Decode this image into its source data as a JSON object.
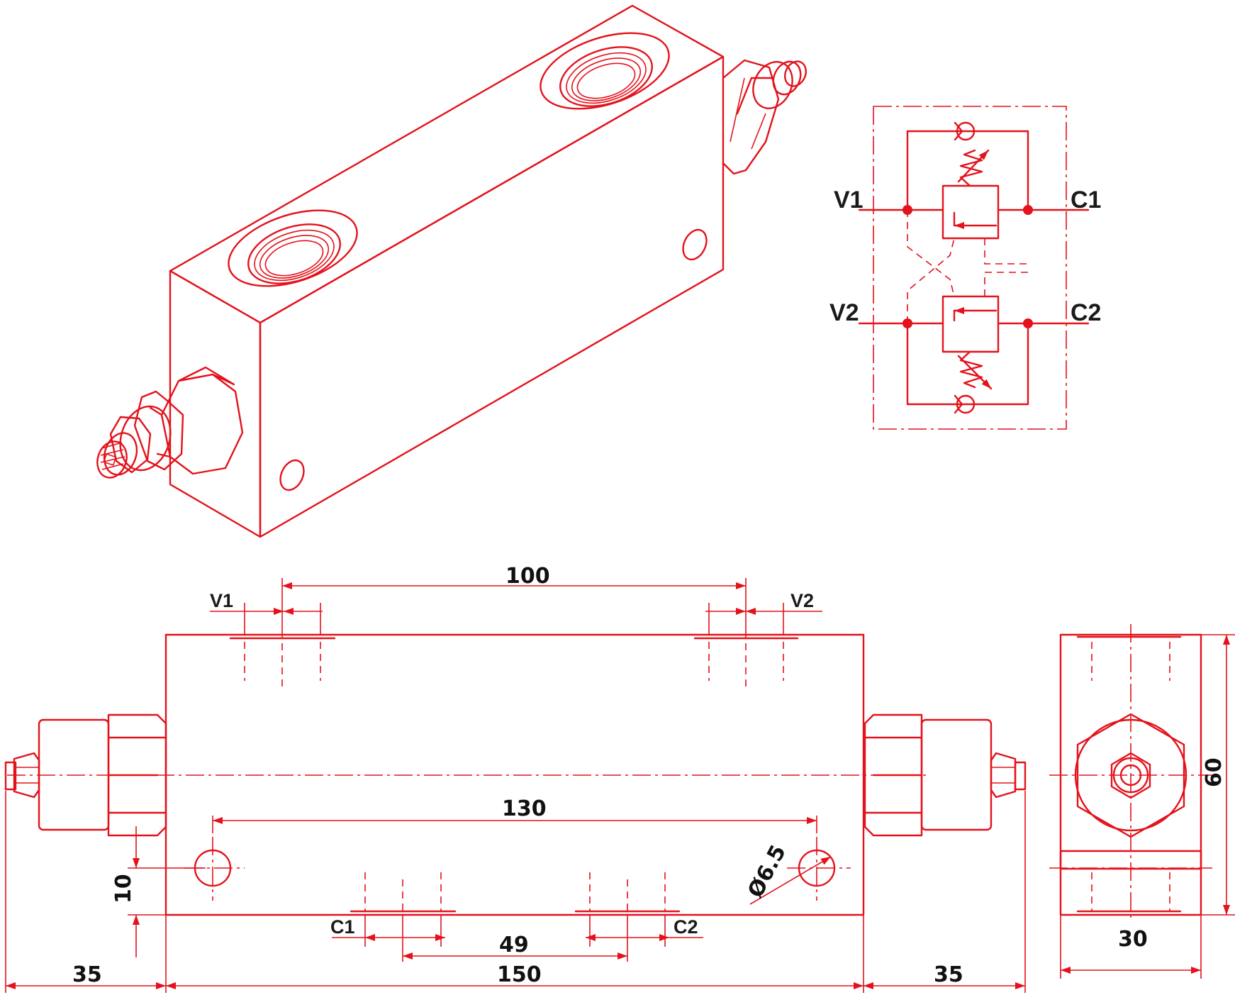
{
  "colors": {
    "line": "#e3121b",
    "text": "#1a1a1a",
    "background": "#ffffff"
  },
  "schematic": {
    "ports": {
      "v1": "V1",
      "v2": "V2",
      "c1": "C1",
      "c2": "C2"
    }
  },
  "front_view": {
    "port_labels": {
      "v1": "V1",
      "v2": "V2",
      "c1": "C1",
      "c2": "C2"
    },
    "dimensions": {
      "v_port_spacing": "100",
      "mount_hole_spacing": "130",
      "c_port_spacing": "49",
      "body_length": "150",
      "left_overhang": "35",
      "right_overhang": "35",
      "hole_height": "10",
      "hole_diameter": "Ø6.5"
    }
  },
  "side_view": {
    "dimensions": {
      "height": "60",
      "width": "30"
    }
  }
}
